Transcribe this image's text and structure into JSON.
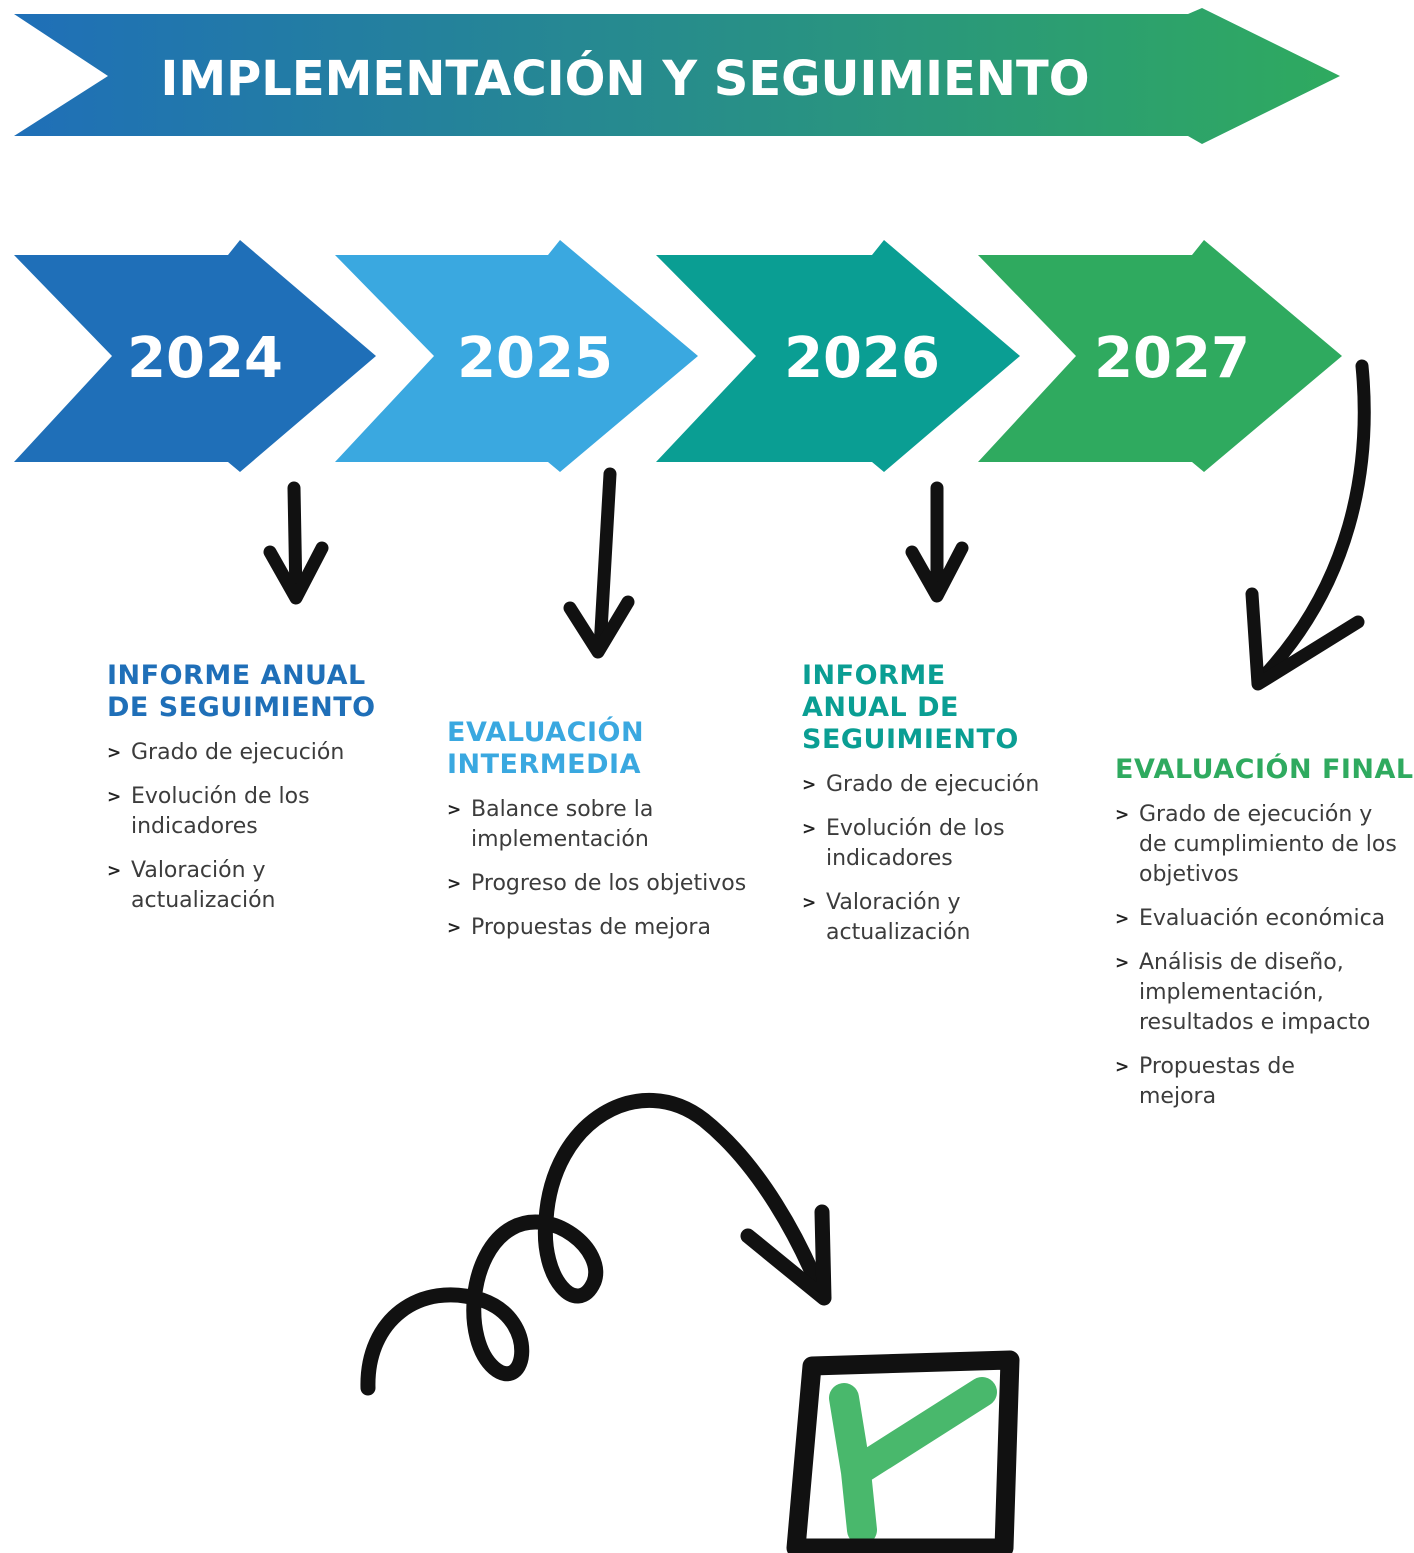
{
  "title": "IMPLEMENTACIÓN Y SEGUIMIENTO",
  "colors": {
    "blue_dark": "#1f6fb8",
    "blue_light": "#3aa8e0",
    "teal": "#0a9e93",
    "green": "#2faa5f",
    "check_green": "#49b86c",
    "ink": "#111111"
  },
  "bullet_symbol": ">",
  "timeline": [
    {
      "year": "2024",
      "color": "#1f6fb8"
    },
    {
      "year": "2025",
      "color": "#3aa8e0"
    },
    {
      "year": "2026",
      "color": "#0a9e93"
    },
    {
      "year": "2027",
      "color": "#2faa5f"
    }
  ],
  "blocks": [
    {
      "heading": "Informe anual de seguimiento",
      "color": "#1f6fb8",
      "items": [
        "Grado de ejecución",
        "Evolución de los indicadores",
        "Valoración y actualización"
      ]
    },
    {
      "heading": "Evaluación intermedia",
      "color": "#3aa8e0",
      "items": [
        "Balance sobre la implementación",
        "Progreso de los objetivos",
        "Propuestas de mejora"
      ]
    },
    {
      "heading": "Informe anual de seguimiento",
      "color": "#0a9e93",
      "items": [
        "Grado de ejecución",
        "Evolución de los indicadores",
        "Valoración y actualización"
      ]
    },
    {
      "heading": "Evaluación final",
      "color": "#2faa5f",
      "items": [
        "Grado de ejecución y de cumplimiento de los objetivos",
        "Evaluación económica",
        "Análisis de diseño, implementación, resultados e impacto",
        "Propuestas de mejora"
      ]
    }
  ],
  "icons": {
    "down_arrow": "hand-drawn-down-arrow-icon",
    "curved_arrow": "curved-arrow-icon",
    "loop_arrow": "loop-arrow-icon",
    "checkbox": "checked-box-icon"
  }
}
